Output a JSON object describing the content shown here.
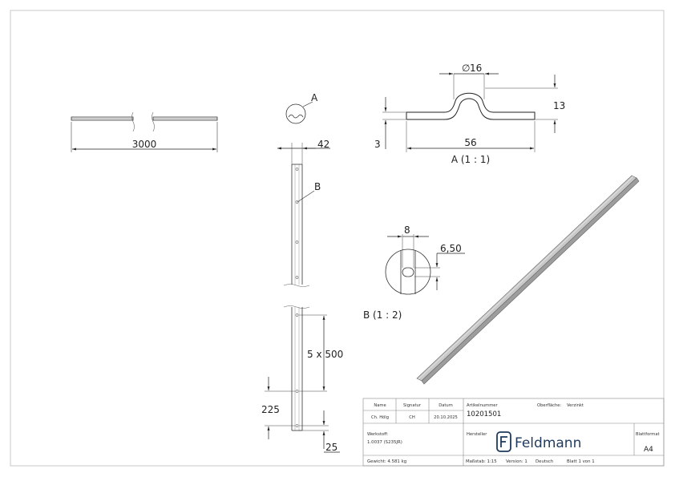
{
  "dimensions": {
    "length": "3000",
    "width": "42",
    "diameter": "16",
    "height_profile": "13",
    "height_base": "3",
    "width_profile": "56",
    "hole_width": "8",
    "hole_height": "6,50",
    "spacing": "5 x 500",
    "offset_225": "225",
    "offset_25": "25",
    "diameter_symbol": "∅"
  },
  "views": {
    "detail_a_marker": "A",
    "detail_b_marker": "B",
    "detail_a_caption": "A (1 : 1)",
    "detail_b_caption": "B (1 : 2)"
  },
  "title_block": {
    "headers": {
      "name": "Name",
      "signatur": "Signatur",
      "datum": "Datum"
    },
    "row": {
      "name": "Ch. Hölg",
      "signatur": "CH",
      "datum": "20.10.2025"
    },
    "artikelnummer_label": "Artikelnummer",
    "artikelnummer": "10201501",
    "oberflaeche_label": "Oberfläche:",
    "oberflaeche": "Verzinkt",
    "werkstoff_label": "Werkstoff:",
    "werkstoff": "1.0037 (S235JR)",
    "hersteller_label": "Hersteller",
    "brand": "Feldmann",
    "blattformat_label": "Blattformat",
    "blattformat": "A4",
    "gewicht": "Gewicht: 4.581 kg",
    "massstab": "Maßstab: 1:15",
    "version": "Version: 1",
    "sprache": "Deutsch",
    "blatt": "Blatt 1 von 1"
  }
}
